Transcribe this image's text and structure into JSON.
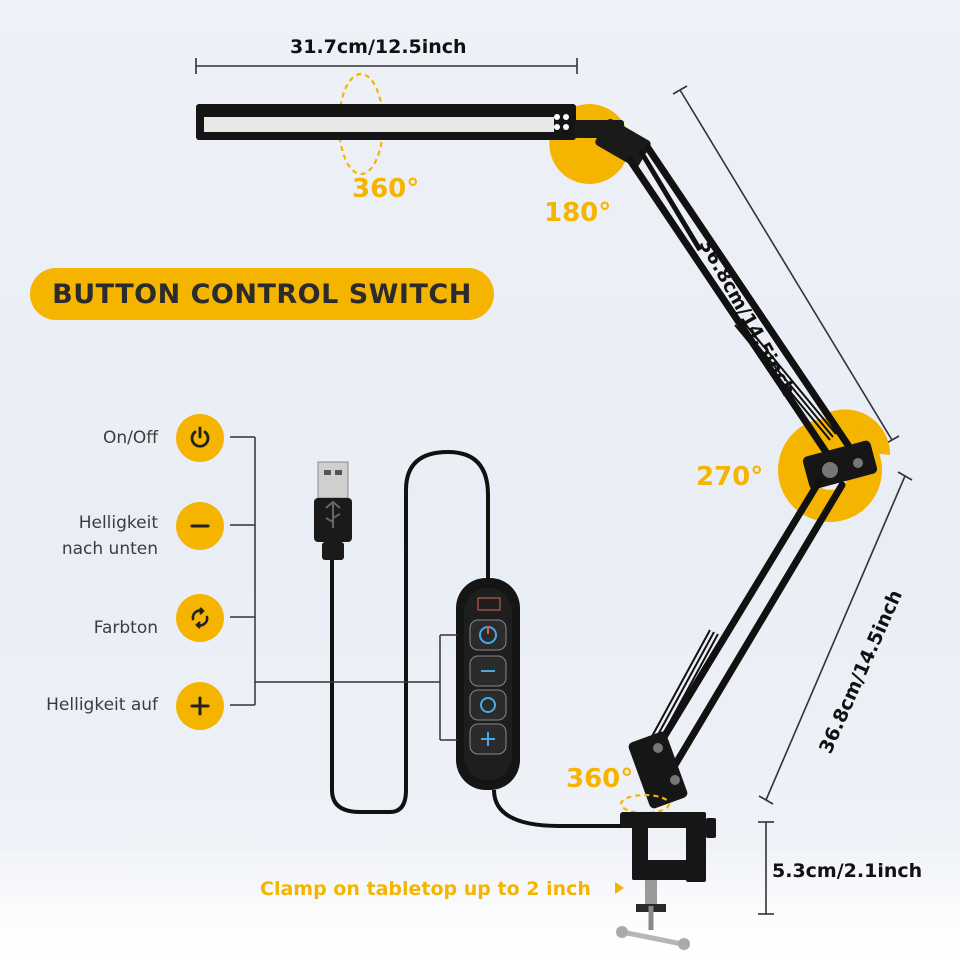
{
  "dimensions": {
    "lamp_head_width": "31.7cm/12.5inch",
    "upper_arm_length": "36.8cm/14.5inch",
    "lower_arm_length": "36.8cm/14.5inch",
    "clamp_height": "5.3cm/2.1inch"
  },
  "angles": {
    "head_rotation": "360°",
    "head_tilt": "180°",
    "elbow": "270°",
    "base": "360°"
  },
  "banner": {
    "title": "BUTTON CONTROL SWITCH"
  },
  "controls": [
    {
      "label_line1": "On/Off",
      "label_line2": "",
      "icon": "power-icon"
    },
    {
      "label_line1": "Helligkeit",
      "label_line2": "nach unten",
      "icon": "minus-icon"
    },
    {
      "label_line1": "Farbton",
      "label_line2": "",
      "icon": "cycle-icon"
    },
    {
      "label_line1": "Helligkeit auf",
      "label_line2": "",
      "icon": "plus-icon"
    }
  ],
  "clamp_note": "Clamp on tabletop up to 2 inch",
  "colors": {
    "accent": "#f5b400",
    "dark": "#111111",
    "background": "#eef1f7"
  }
}
